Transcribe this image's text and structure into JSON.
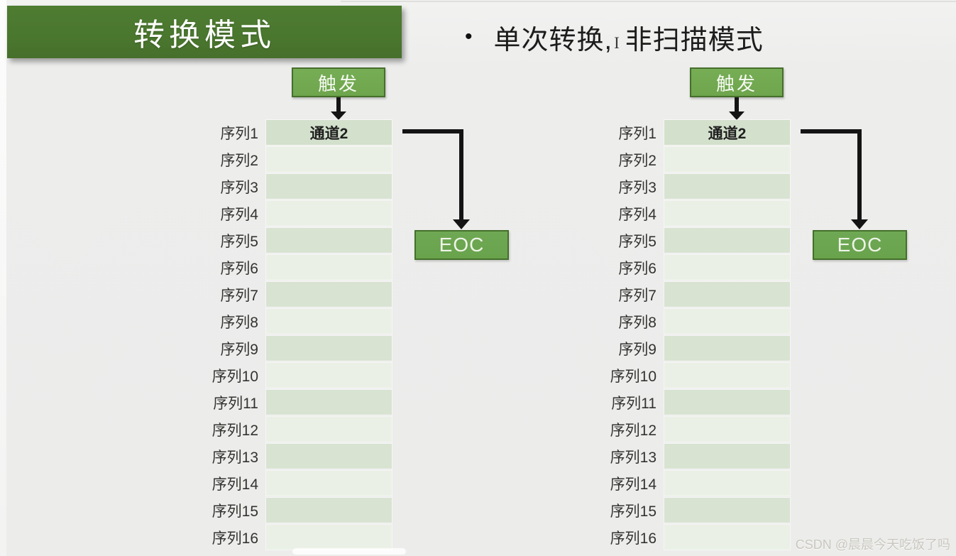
{
  "page": {
    "title": "转换模式",
    "bullet": {
      "marker": "•",
      "text_before_cursor": "单次转换,",
      "cursor_glyph": "I",
      "text_after_cursor": "非扫描模式"
    },
    "watermark": "CSDN @晨晨今天吃饭了吗"
  },
  "diagram": {
    "trigger_label": "触发",
    "eoc_label": "EOC",
    "rows": [
      {
        "label": "序列1",
        "value": "通道2"
      },
      {
        "label": "序列2",
        "value": ""
      },
      {
        "label": "序列3",
        "value": ""
      },
      {
        "label": "序列4",
        "value": ""
      },
      {
        "label": "序列5",
        "value": ""
      },
      {
        "label": "序列6",
        "value": ""
      },
      {
        "label": "序列7",
        "value": ""
      },
      {
        "label": "序列8",
        "value": ""
      },
      {
        "label": "序列9",
        "value": ""
      },
      {
        "label": "序列10",
        "value": ""
      },
      {
        "label": "序列11",
        "value": ""
      },
      {
        "label": "序列12",
        "value": ""
      },
      {
        "label": "序列13",
        "value": ""
      },
      {
        "label": "序列14",
        "value": ""
      },
      {
        "label": "序列15",
        "value": ""
      },
      {
        "label": "序列16",
        "value": ""
      }
    ]
  },
  "colors": {
    "banner_green": "#4a772e",
    "button_green": "#6ea54d",
    "button_border": "#466f2b",
    "eoc_green": "#68a34c",
    "row_dark": "#d8e3d2",
    "row_light": "#eaf0e6",
    "row_first": "#d3e0cc",
    "arrow_black": "#141414",
    "bullet_text": "#1c1c1c",
    "watermark_gray": "#c9c7bf"
  }
}
